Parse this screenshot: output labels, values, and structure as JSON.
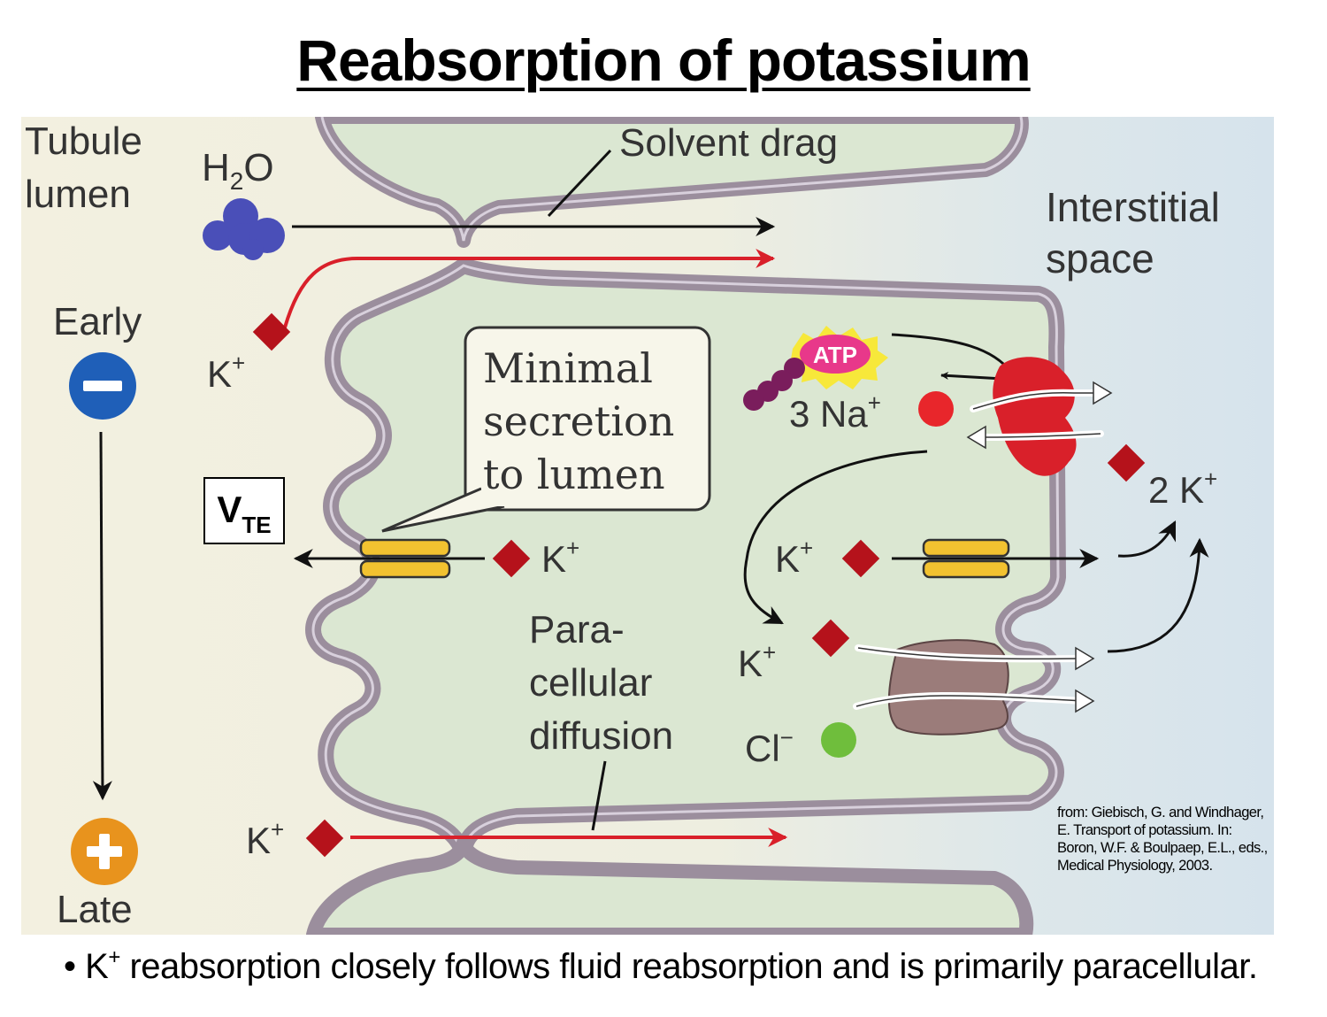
{
  "title": "Reabsorption of potassium",
  "labels": {
    "tubule_lumen_1": "Tubule",
    "tubule_lumen_2": "lumen",
    "h2o_h": "H",
    "h2o_2": "2",
    "h2o_o": "O",
    "solvent_drag": "Solvent drag",
    "interstitial_1": "Interstitial",
    "interstitial_2": "space",
    "early": "Early",
    "late": "Late",
    "minus": "−",
    "plus": "+",
    "k": "K",
    "k_plus": "+",
    "atp": "ATP",
    "three_na": "3 Na",
    "na_plus": "+",
    "two_k": "2 K",
    "minimal_1": "Minimal",
    "minimal_2": "secretion",
    "minimal_3": "to lumen",
    "para_1": "Para-",
    "para_2": "cellular",
    "para_3": "diffusion",
    "cl": "Cl",
    "cl_minus": "−"
  },
  "vte": {
    "main": "V",
    "sub": "TE"
  },
  "citation": "from: Giebisch, G. and Windhager, E. Transport of potassium. In: Boron, W.F. & Boulpaep, E.L., eds., Medical Physiology, 2003.",
  "bullet": {
    "mark": "•",
    "k": "K",
    "sup": "+",
    "text": "reabsorption closely follows fluid reabsorption and is primarily paracellular."
  },
  "colors": {
    "lumen_bg": "#f3f0e0",
    "interstitial_bg": "#dbe6ed",
    "cell_fill": "#dbe7d2",
    "membrane": "#9b8e9d",
    "k_ion": "#b5121b",
    "na_ion": "#e8262b",
    "cl_ion": "#6fbe3c",
    "red_arrow": "#d9202a",
    "channel": "#f2c230",
    "early_circle": "#1f5fb8",
    "late_circle": "#e8931d",
    "atp": "#e8388a"
  }
}
